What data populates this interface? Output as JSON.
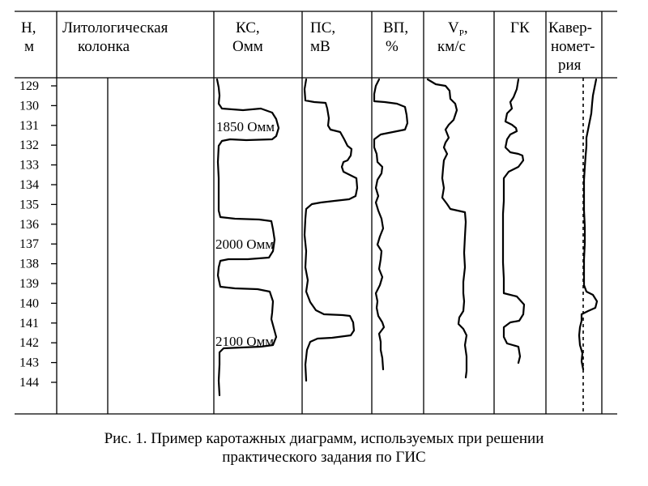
{
  "columns": {
    "depth": {
      "line1": "H,",
      "line2": "м"
    },
    "litho": {
      "line1": "Литологическая",
      "line2": "колонка"
    },
    "ks": {
      "line1": "КС,",
      "line2": "Омм"
    },
    "ps": {
      "line1": "ПС,",
      "line2": "мВ"
    },
    "vp": {
      "line1": "ВП,",
      "line2": "%"
    },
    "velocity": {
      "line1_main": "V",
      "line1_sub": "P",
      "line1_tail": ",",
      "line2": "км/с"
    },
    "gk": {
      "line1": "ГК"
    },
    "caliper": {
      "line1": "Кавер-",
      "line2": "номет-",
      "line3": "рия"
    }
  },
  "depth_labels": [
    "129",
    "130",
    "131",
    "132",
    "133",
    "134",
    "135",
    "136",
    "137",
    "138",
    "139",
    "140",
    "141",
    "142",
    "143",
    "144"
  ],
  "annotations": {
    "ks_1": "1850 Омм",
    "ks_2": "2000 Омм",
    "ks_3": "2100 Омм"
  },
  "caption": {
    "line1": "Рис. 1. Пример каротажных диаграмм, используемых при решении",
    "line2": "практического задания по ГИС"
  }
}
